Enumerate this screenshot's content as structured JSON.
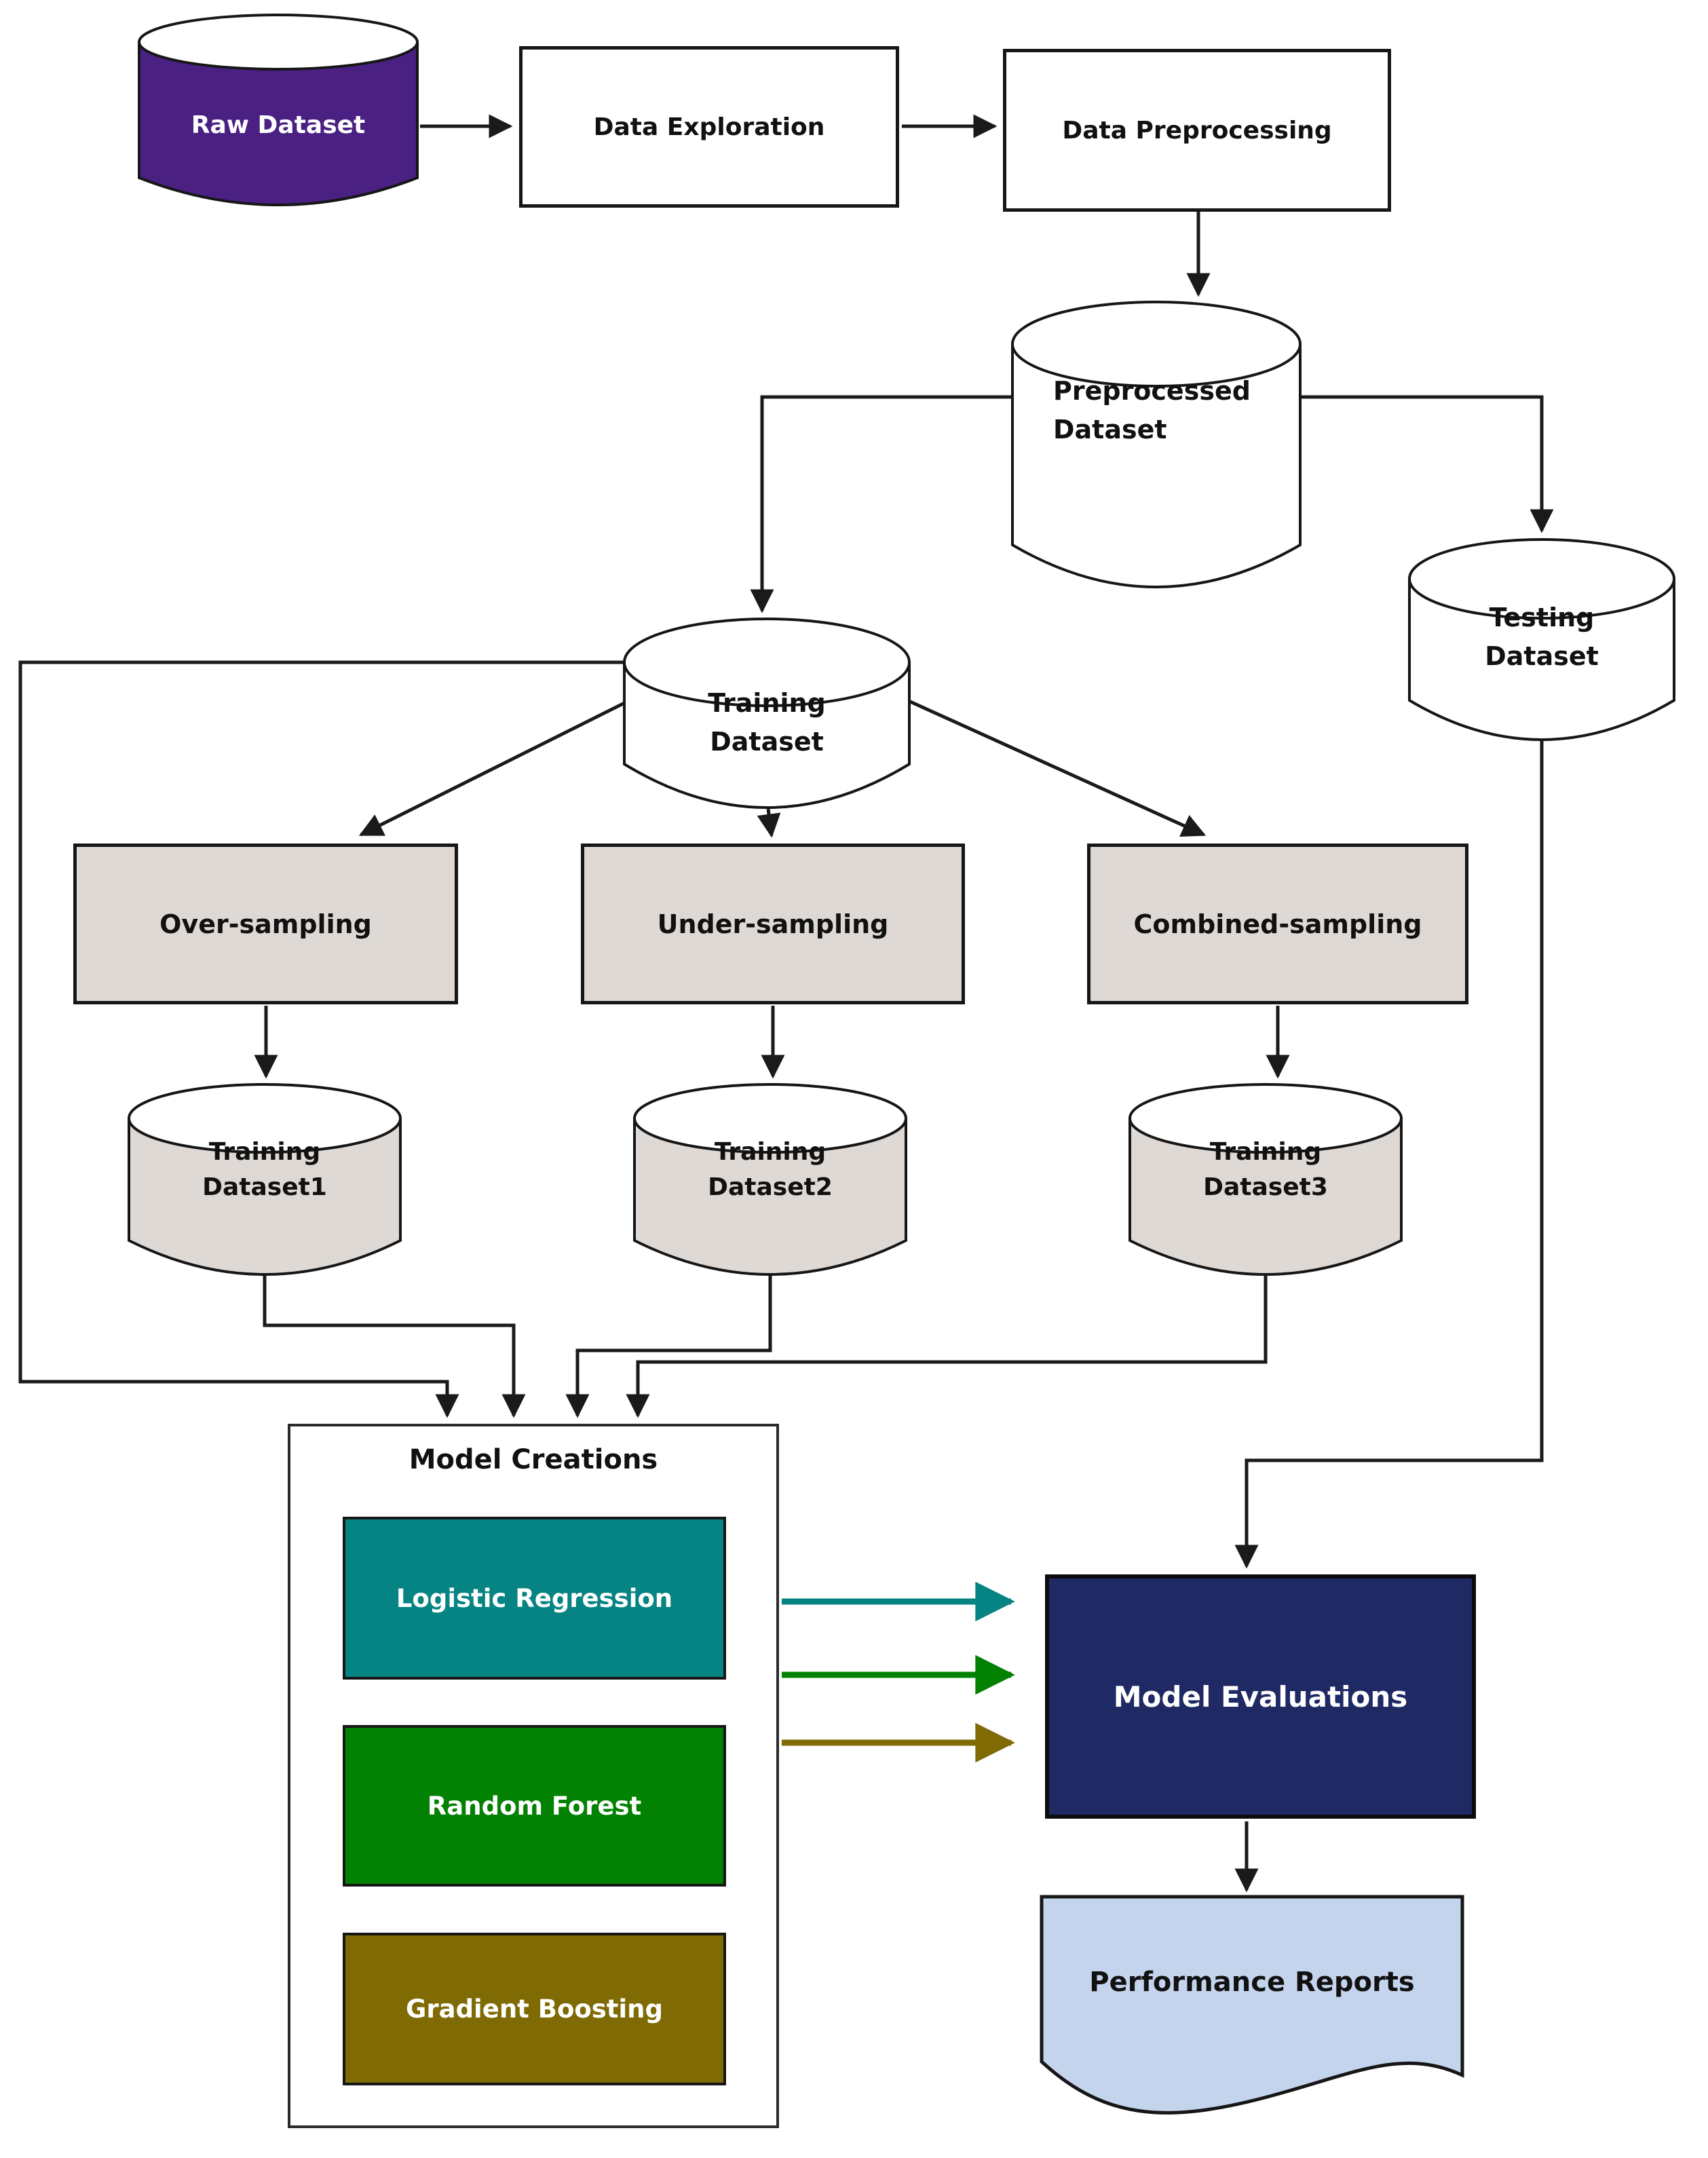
{
  "nodes": {
    "raw_dataset": {
      "label": "Raw Dataset",
      "shape": "cylinder",
      "fill": "#4a2183",
      "text_color": "#ffffff"
    },
    "data_exploration": {
      "label": "Data Exploration",
      "shape": "rect",
      "fill": "#ffffff"
    },
    "data_preprocessing": {
      "label": "Data  Preprocessing",
      "shape": "rect",
      "fill": "#ffffff"
    },
    "preprocessed_dataset": {
      "label": "Preprocessed\nDataset",
      "shape": "cylinder",
      "fill": "#ffffff"
    },
    "training_dataset": {
      "label": "Training\nDataset",
      "shape": "cylinder",
      "fill": "#ffffff"
    },
    "testing_dataset": {
      "label": "Testing\nDataset",
      "shape": "cylinder",
      "fill": "#ffffff"
    },
    "over_sampling": {
      "label": "Over-sampling",
      "shape": "rect",
      "fill": "#ded9d5"
    },
    "under_sampling": {
      "label": "Under-sampling",
      "shape": "rect",
      "fill": "#ded9d5"
    },
    "combined_sampling": {
      "label": "Combined-sampling",
      "shape": "rect",
      "fill": "#ded9d5"
    },
    "training_dataset1": {
      "label": "Training\nDataset1",
      "shape": "cylinder",
      "fill": "#ded9d5"
    },
    "training_dataset2": {
      "label": "Training\nDataset2",
      "shape": "cylinder",
      "fill": "#ded9d5"
    },
    "training_dataset3": {
      "label": "Training\nDataset3",
      "shape": "cylinder",
      "fill": "#ded9d5"
    },
    "model_creations": {
      "label": "Model Creations",
      "shape": "container",
      "fill": "#ffffff"
    },
    "logistic_regression": {
      "label": "Logistic Regression",
      "shape": "rect",
      "fill": "#068383",
      "text_color": "#ffffff"
    },
    "random_forest": {
      "label": "Random Forest",
      "shape": "rect",
      "fill": "#028102",
      "text_color": "#ffffff"
    },
    "gradient_boosting": {
      "label": "Gradient Boosting",
      "shape": "rect",
      "fill": "#7f6a04",
      "text_color": "#ffffff"
    },
    "model_evaluations": {
      "label": "Model Evaluations",
      "shape": "rect",
      "fill": "#1f2a64",
      "text_color": "#ffffff"
    },
    "performance_reports": {
      "label": "Performance Reports",
      "shape": "document",
      "fill": "#c5d4ed"
    }
  },
  "edges": [
    {
      "from": "raw_dataset",
      "to": "data_exploration",
      "color": "#1a1a1a"
    },
    {
      "from": "data_exploration",
      "to": "data_preprocessing",
      "color": "#1a1a1a"
    },
    {
      "from": "data_preprocessing",
      "to": "preprocessed_dataset",
      "color": "#1a1a1a"
    },
    {
      "from": "preprocessed_dataset",
      "to": "training_dataset",
      "color": "#1a1a1a"
    },
    {
      "from": "preprocessed_dataset",
      "to": "testing_dataset",
      "color": "#1a1a1a"
    },
    {
      "from": "training_dataset",
      "to": "over_sampling",
      "color": "#1a1a1a"
    },
    {
      "from": "training_dataset",
      "to": "under_sampling",
      "color": "#1a1a1a"
    },
    {
      "from": "training_dataset",
      "to": "combined_sampling",
      "color": "#1a1a1a"
    },
    {
      "from": "over_sampling",
      "to": "training_dataset1",
      "color": "#1a1a1a"
    },
    {
      "from": "under_sampling",
      "to": "training_dataset2",
      "color": "#1a1a1a"
    },
    {
      "from": "combined_sampling",
      "to": "training_dataset3",
      "color": "#1a1a1a"
    },
    {
      "from": "training_dataset",
      "to": "model_creations",
      "color": "#1a1a1a"
    },
    {
      "from": "training_dataset1",
      "to": "model_creations",
      "color": "#1a1a1a"
    },
    {
      "from": "training_dataset2",
      "to": "model_creations",
      "color": "#1a1a1a"
    },
    {
      "from": "training_dataset3",
      "to": "model_creations",
      "color": "#1a1a1a"
    },
    {
      "from": "model_creations",
      "to": "model_evaluations",
      "color": "#068383"
    },
    {
      "from": "model_creations",
      "to": "model_evaluations",
      "color": "#028102"
    },
    {
      "from": "model_creations",
      "to": "model_evaluations",
      "color": "#7f6a04"
    },
    {
      "from": "testing_dataset",
      "to": "model_evaluations",
      "color": "#1a1a1a"
    },
    {
      "from": "model_evaluations",
      "to": "performance_reports",
      "color": "#1a1a1a"
    }
  ],
  "colors": {
    "line": "#1a1a1a",
    "purple": "#4a2183",
    "gray_fill": "#ded9d5",
    "teal": "#068383",
    "green": "#028102",
    "olive": "#7f6a04",
    "navy": "#1f2a64",
    "light_blue": "#c5d4ed",
    "white": "#ffffff"
  }
}
